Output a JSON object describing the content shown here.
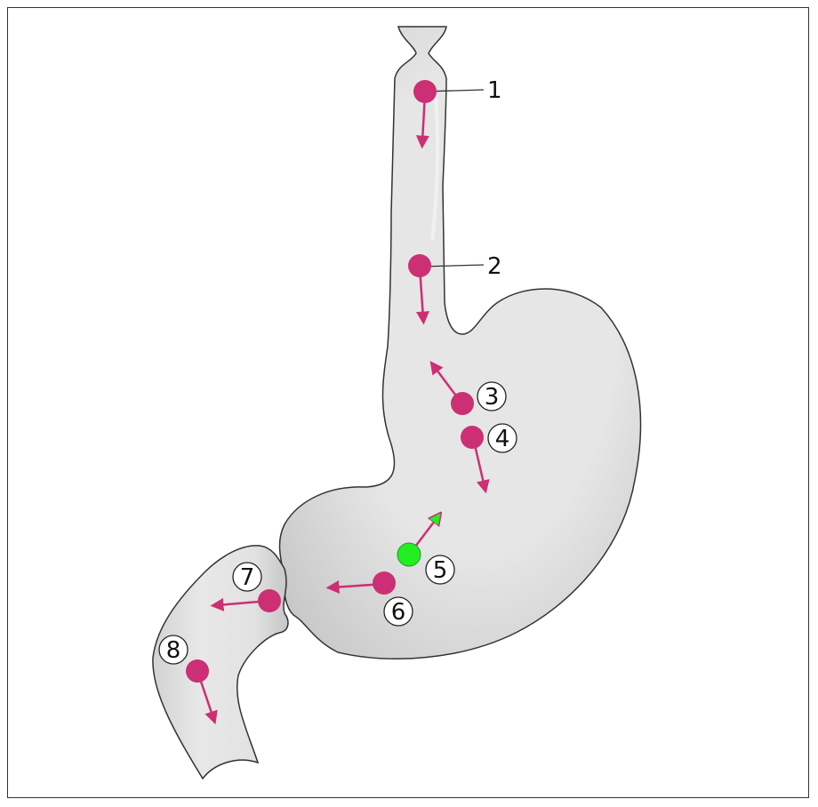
{
  "colors": {
    "organ_fill": "#e4e4e4",
    "organ_shade": "#c9c9c9",
    "organ_outline": "#333333",
    "marker": "#cc2f73",
    "marker_highlight": "#22ee22",
    "leader": "#333333"
  },
  "labels": [
    {
      "id": "1",
      "text": "1",
      "circled": false
    },
    {
      "id": "2",
      "text": "2",
      "circled": false
    },
    {
      "id": "3",
      "text": "3",
      "circled": true
    },
    {
      "id": "4",
      "text": "4",
      "circled": true
    },
    {
      "id": "5",
      "text": "5",
      "circled": true
    },
    {
      "id": "6",
      "text": "6",
      "circled": true
    },
    {
      "id": "7",
      "text": "7",
      "circled": true
    },
    {
      "id": "8",
      "text": "8",
      "circled": true
    }
  ]
}
